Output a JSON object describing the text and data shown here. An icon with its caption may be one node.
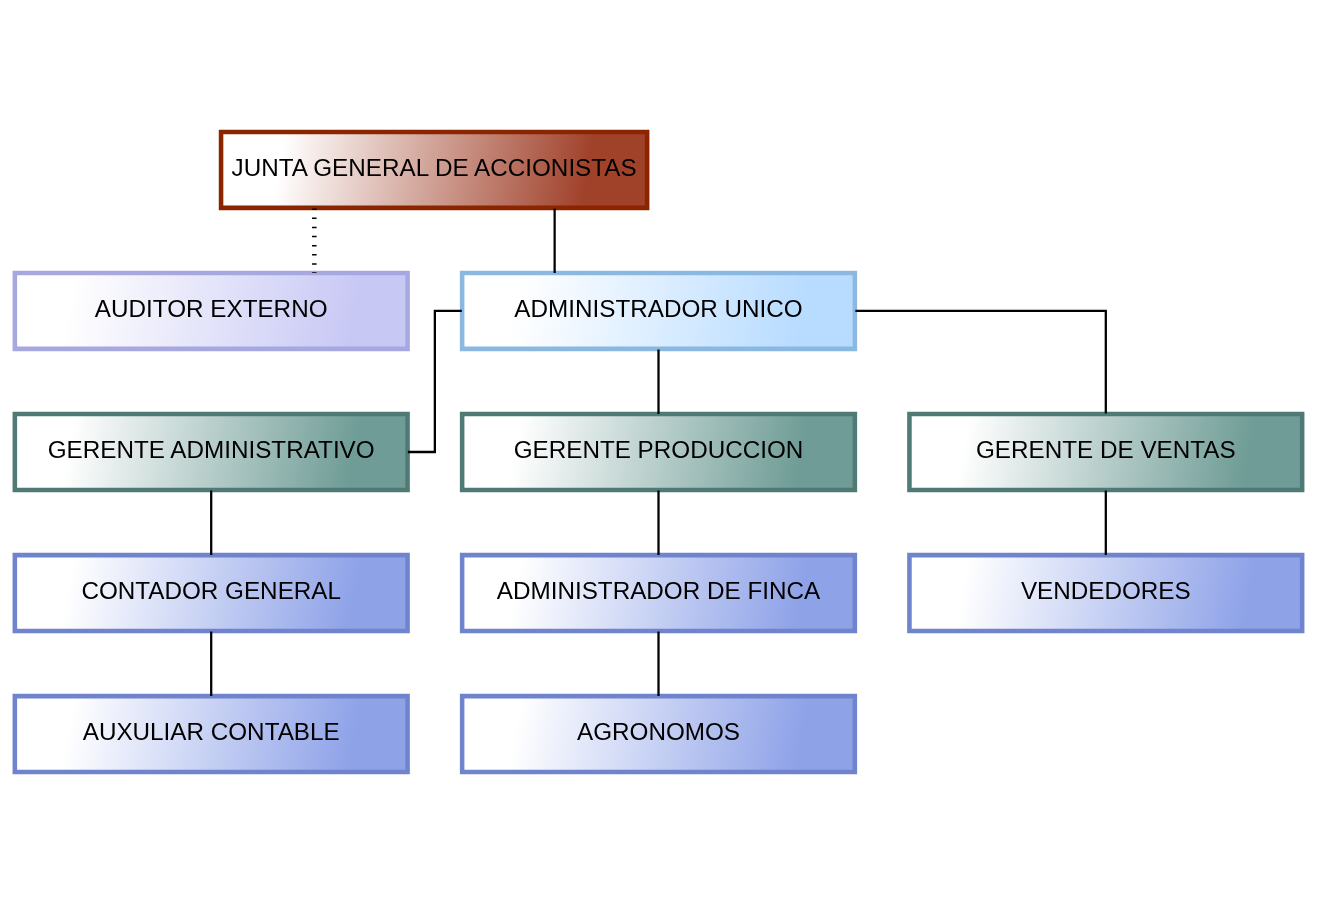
{
  "diagram": {
    "nodes": [
      {
        "text": [
          "JUNTA GENERAL DE ACCIONISTAS"
        ]
      },
      {
        "text": [
          "AUDITOR EXTERNO"
        ]
      },
      {
        "text": [
          "ADMINISTRADOR UNICO"
        ]
      },
      {
        "text": [
          "GERENTE ADMINISTRATIVO"
        ]
      },
      {
        "text": [
          "GERENTE PRODUCCION"
        ]
      },
      {
        "text": [
          "GERENTE DE VENTAS"
        ]
      },
      {
        "text": [
          "CONTADOR GENERAL"
        ]
      },
      {
        "text": [
          "ADMINISTRADOR DE FINCA"
        ]
      },
      {
        "text": [
          "VENDEDORES"
        ]
      },
      {
        "text": [
          "AUXULIAR CONTABLE"
        ]
      },
      {
        "text": [
          "AGRONOMOS"
        ]
      }
    ],
    "edges": [
      {
        "from": 0,
        "to": 2,
        "arrow": "none"
      },
      {
        "from": 0,
        "to": 1,
        "arrow": "none",
        "style": "dashed"
      },
      {
        "from": 2,
        "to": 3,
        "arrow": "none"
      },
      {
        "from": 2,
        "to": 4,
        "arrow": "none"
      },
      {
        "from": 2,
        "to": 5,
        "arrow": "none"
      },
      {
        "from": 3,
        "to": 6,
        "arrow": "none"
      },
      {
        "from": 6,
        "to": 9,
        "arrow": "none"
      },
      {
        "from": 4,
        "to": 7,
        "arrow": "none"
      },
      {
        "from": 7,
        "to": 10,
        "arrow": "none"
      },
      {
        "from": 5,
        "to": 8,
        "arrow": "none"
      }
    ]
  }
}
